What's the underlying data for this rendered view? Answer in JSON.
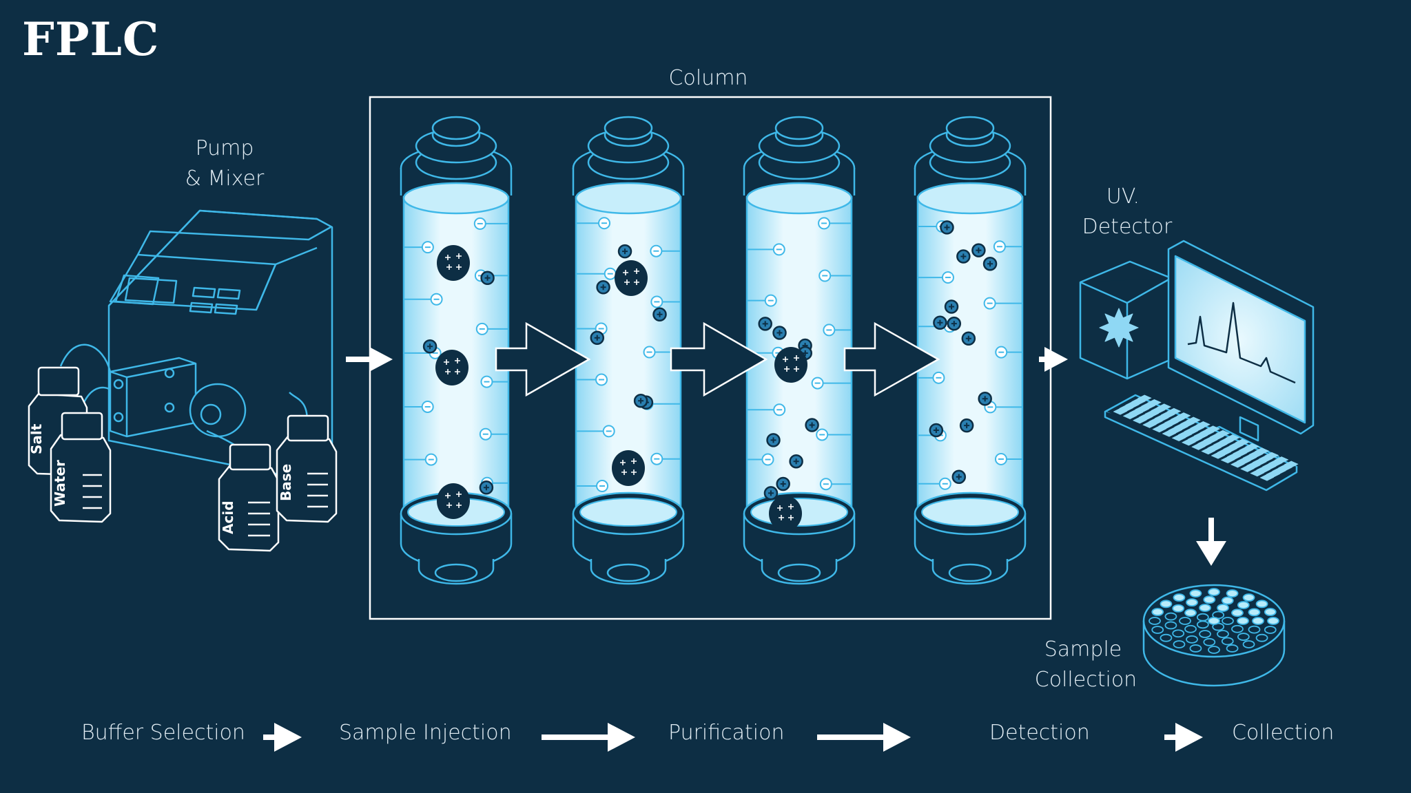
{
  "title": "FPLC",
  "labels": {
    "column": "Column",
    "pump_line1": "Pump",
    "pump_line2": "& Mixer",
    "detector_line1": "UV.",
    "detector_line2": "Detector",
    "sample_line1": "Sample",
    "sample_line2": "Collection"
  },
  "bottles": {
    "salt": "Salt",
    "water": "Water",
    "acid": "Acid",
    "base": "Base"
  },
  "steps": [
    "Buffer Selection",
    "Sample Injection",
    "Purification",
    "Detection",
    "Collection"
  ],
  "colors": {
    "background": "#0d2e44",
    "outline": "#3fb8e8",
    "column_fill": "#e4f6fd",
    "particle": "#0d2e44",
    "text": "#e3eef5"
  }
}
